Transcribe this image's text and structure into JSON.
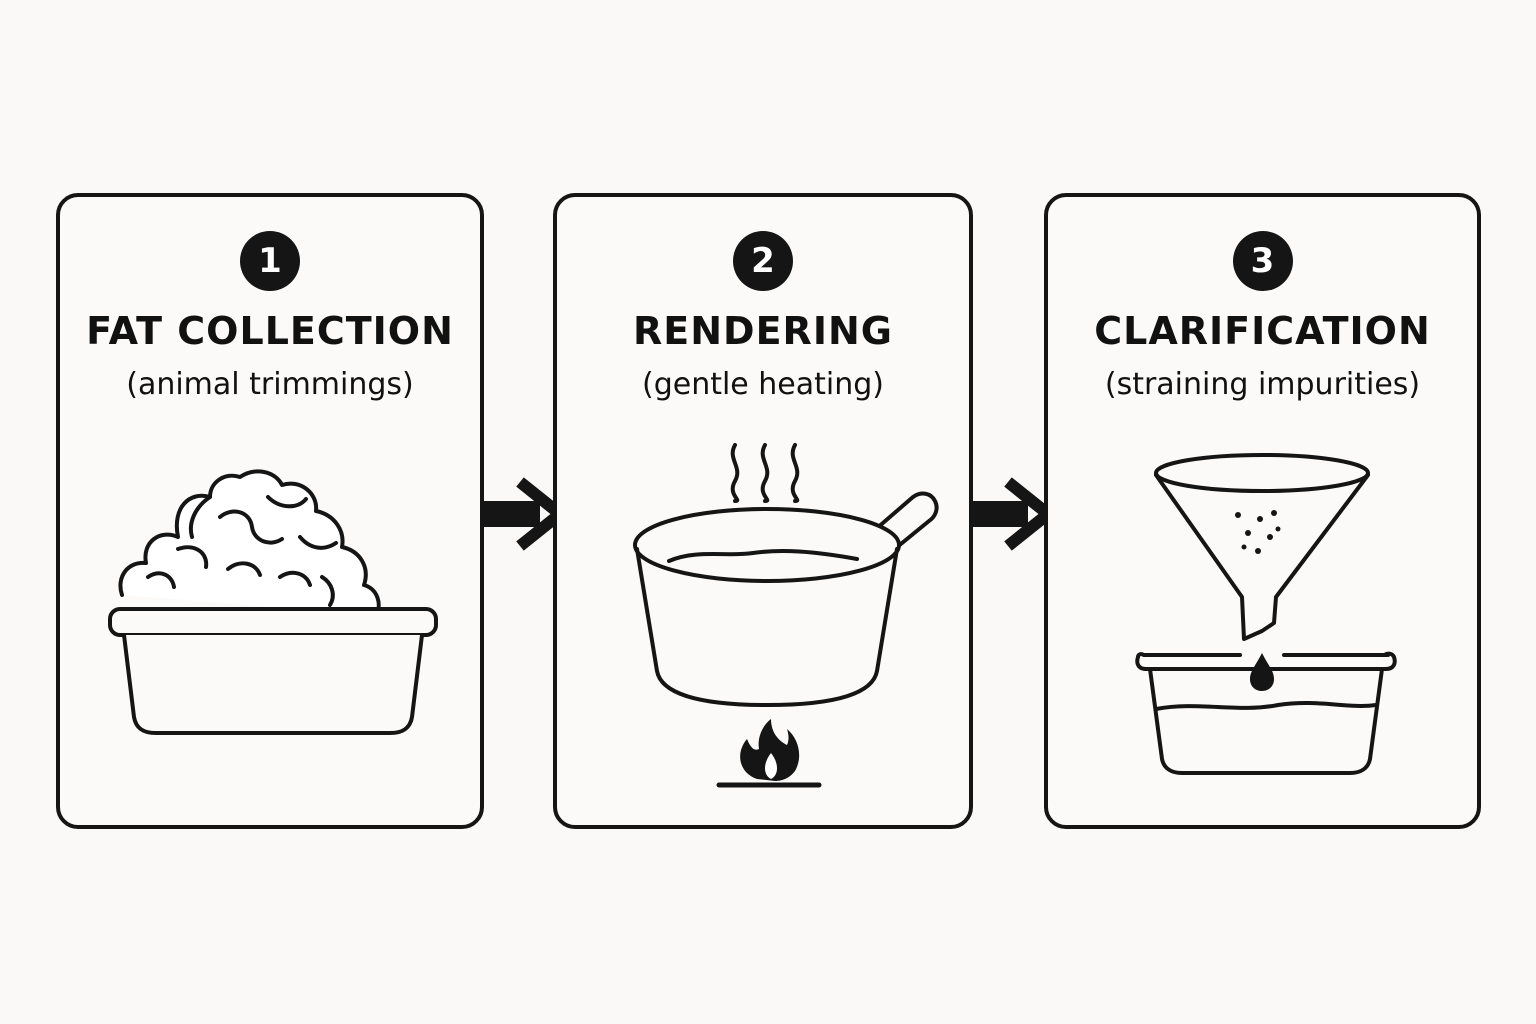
{
  "steps": [
    {
      "number": "1",
      "title": "FAT COLLECTION",
      "subtitle": "(animal trimmings)",
      "icon": "fat-tub-icon"
    },
    {
      "number": "2",
      "title": "RENDERING",
      "subtitle": "(gentle heating)",
      "icon": "pot-on-flame-icon"
    },
    {
      "number": "3",
      "title": "CLARIFICATION",
      "subtitle": "(straining impurities)",
      "icon": "funnel-strainer-icon"
    }
  ],
  "connectors": [
    "arrow-right-icon",
    "arrow-right-icon"
  ],
  "colors": {
    "ink": "#151515",
    "background": "#faf9f7"
  }
}
